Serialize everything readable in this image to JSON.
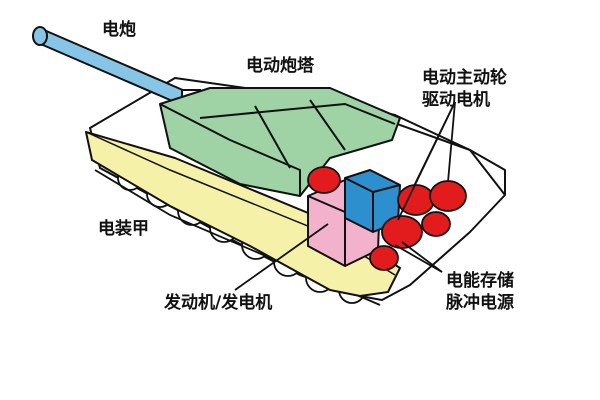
{
  "labels": {
    "electric_gun": "电炮",
    "electric_turret": "电动炮塔",
    "drive_motor": [
      "电动主动轮",
      "驱动电机"
    ],
    "electric_armor": "电装甲",
    "engine_generator": "发动机/发电机",
    "pulse_storage": [
      "电能存储",
      "脉冲电源"
    ]
  },
  "colors": {
    "gun": "#87c5e6",
    "turret": "#9fd3a6",
    "armor": "#f6f1a8",
    "engine": "#f2b2cc",
    "storage": "#2e8fcf",
    "drive_motor": "#e21c1c",
    "outline": "#111111"
  }
}
